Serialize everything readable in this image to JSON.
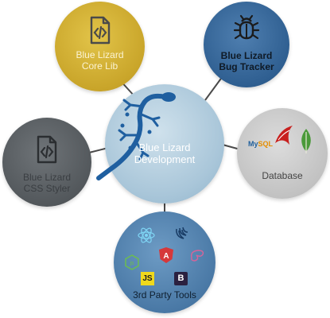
{
  "nodes": {
    "core": {
      "line1": "Blue Lizard",
      "line2": "Core Lib",
      "icon": "document-code-icon"
    },
    "bug": {
      "line1": "Blue Lizard",
      "line2": "Bug Tracker",
      "icon": "bug-icon"
    },
    "css": {
      "line1": "Blue Lizard",
      "line2": "CSS Styler",
      "icon": "document-code-icon"
    },
    "center": {
      "line1": "Blue Lizard",
      "line2": "Development",
      "icon": "lizard-icon"
    },
    "db": {
      "label": "Database",
      "logos": [
        "mysql-logo",
        "sql-server-logo",
        "mongodb-leaf-logo"
      ]
    },
    "tools": {
      "label": "3rd Party Tools",
      "logos": [
        "react-logo",
        "jquery-logo",
        "nodejs-logo",
        "angular-logo",
        "sass-logo",
        "javascript-logo",
        "bootstrap-logo"
      ],
      "js_text": "JS",
      "bootstrap_text": "B"
    }
  },
  "colors": {
    "core": "#c9a52a",
    "bug": "#2f5f91",
    "css": "#53585c",
    "db": "#c2c2c2",
    "center": "#a9c6d9",
    "tools": "#4a79a6",
    "lizard": "#1f5fa0",
    "connector": "#4a4a4a"
  }
}
